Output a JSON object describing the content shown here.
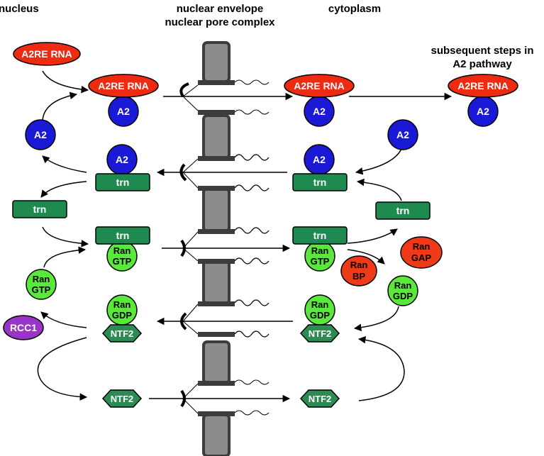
{
  "headers": {
    "nucleus": "nucleus",
    "envelope_line1": "nuclear envelope",
    "envelope_line2": "nuclear pore complex",
    "cytoplasm": "cytoplasm",
    "subsequent_line1": "subsequent steps in",
    "subsequent_line2": "A2 pathway"
  },
  "labels": {
    "a2re_rna": "A2RE RNA",
    "a2": "A2",
    "trn": "trn",
    "ran": "Ran",
    "gtp": "GTP",
    "gdp": "GDP",
    "ntf2": "NTF2",
    "rcc1": "RCC1",
    "bp": "BP",
    "gap": "GAP"
  },
  "colors": {
    "rna_red": "#ee2a10",
    "a2_blue": "#1a1ad6",
    "trn_green": "#1f8a4f",
    "ran_green": "#5ae83c",
    "ntf2_green": "#2a8b53",
    "rcc1_purple": "#9a34c8",
    "ranbp_red": "#ee3a18",
    "pore_gray": "#8c8c8c",
    "pore_dark": "#3c3c3c"
  }
}
